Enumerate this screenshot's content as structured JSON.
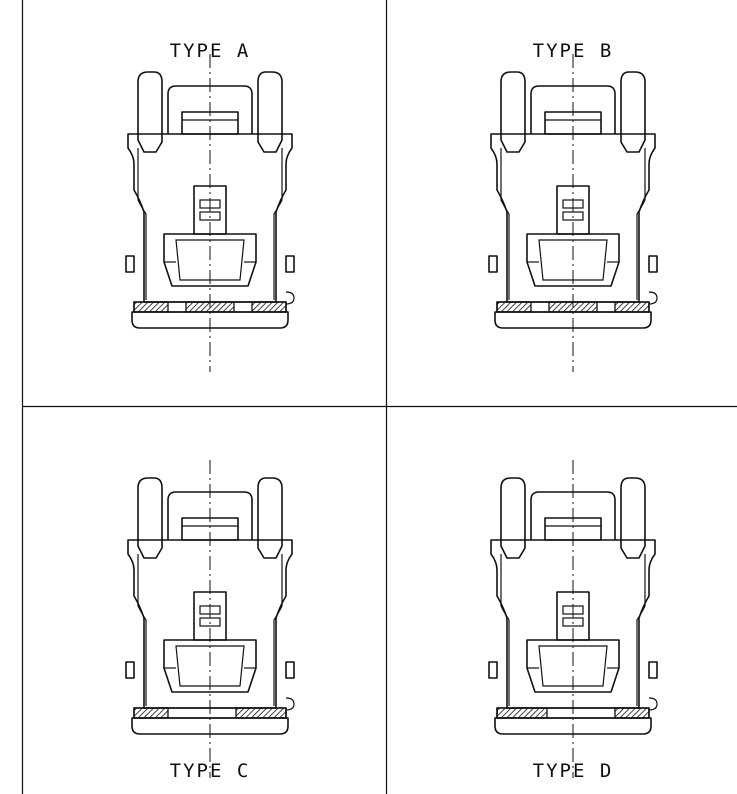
{
  "panels": [
    {
      "id": "a",
      "label": "TYPE A",
      "label_pos": "top",
      "hatch": [
        "left",
        "center",
        "right"
      ]
    },
    {
      "id": "b",
      "label": "TYPE B",
      "label_pos": "top",
      "hatch": [
        "left",
        "center",
        "right"
      ]
    },
    {
      "id": "c",
      "label": "TYPE C",
      "label_pos": "bottom",
      "hatch": [
        "left",
        "right-wide"
      ]
    },
    {
      "id": "d",
      "label": "TYPE D",
      "label_pos": "bottom",
      "hatch": [
        "left-wide",
        "right"
      ]
    }
  ],
  "colors": {
    "line": "#111111",
    "background": "#ffffff"
  }
}
